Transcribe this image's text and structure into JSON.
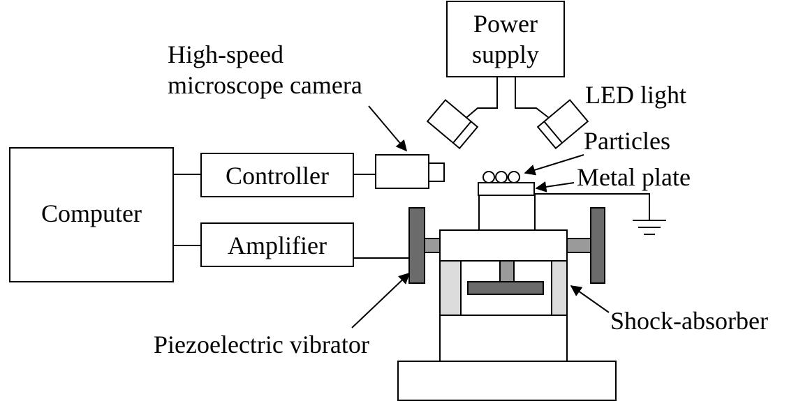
{
  "labels": {
    "power_supply_line1": "Power",
    "power_supply_line2": "supply",
    "camera_line1": "High-speed",
    "camera_line2": "microscope camera",
    "led_light": "LED light",
    "particles": "Particles",
    "metal_plate": "Metal plate",
    "computer": "Computer",
    "controller": "Controller",
    "amplifier": "Amplifier",
    "shock_absorber": "Shock-absorber",
    "piezo_vibrator": "Piezoelectric vibrator"
  },
  "colors": {
    "vibrator_fill": "#6b6b6b",
    "absorber_fill": "#dcdcdc",
    "coupling_fill": "#9a9a9a"
  }
}
